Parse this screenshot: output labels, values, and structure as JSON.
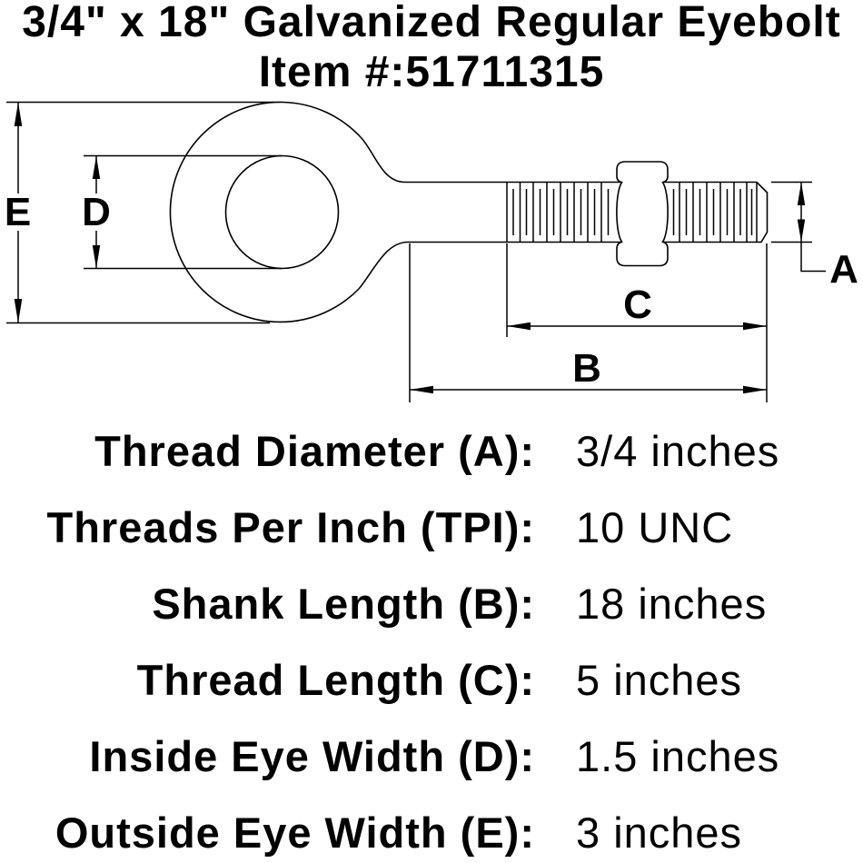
{
  "page": {
    "background": "#ffffff",
    "ink": "#000000"
  },
  "title": {
    "line1": "3/4\" x 18\" Galvanized Regular Eyebolt",
    "line2": "Item #:51711315"
  },
  "diagram": {
    "type": "technical-drawing",
    "subject": "regular eyebolt side view with hex nut and dimension callouts",
    "dim_labels": {
      "thread_diameter": "A",
      "shank_length": "B",
      "thread_length": "C",
      "inside_eye_width": "D",
      "outside_eye_width": "E"
    }
  },
  "specs": {
    "rows": [
      {
        "label": "Thread Diameter (A):",
        "value": "3/4 inches"
      },
      {
        "label": "Threads Per Inch (TPI):",
        "value": "10 UNC"
      },
      {
        "label": "Shank Length (B):",
        "value": "18 inches"
      },
      {
        "label": "Thread Length (C):",
        "value": "5 inches"
      },
      {
        "label": "Inside Eye Width (D):",
        "value": "1.5 inches"
      },
      {
        "label": "Outside Eye Width (E):",
        "value": "3 inches"
      }
    ]
  }
}
